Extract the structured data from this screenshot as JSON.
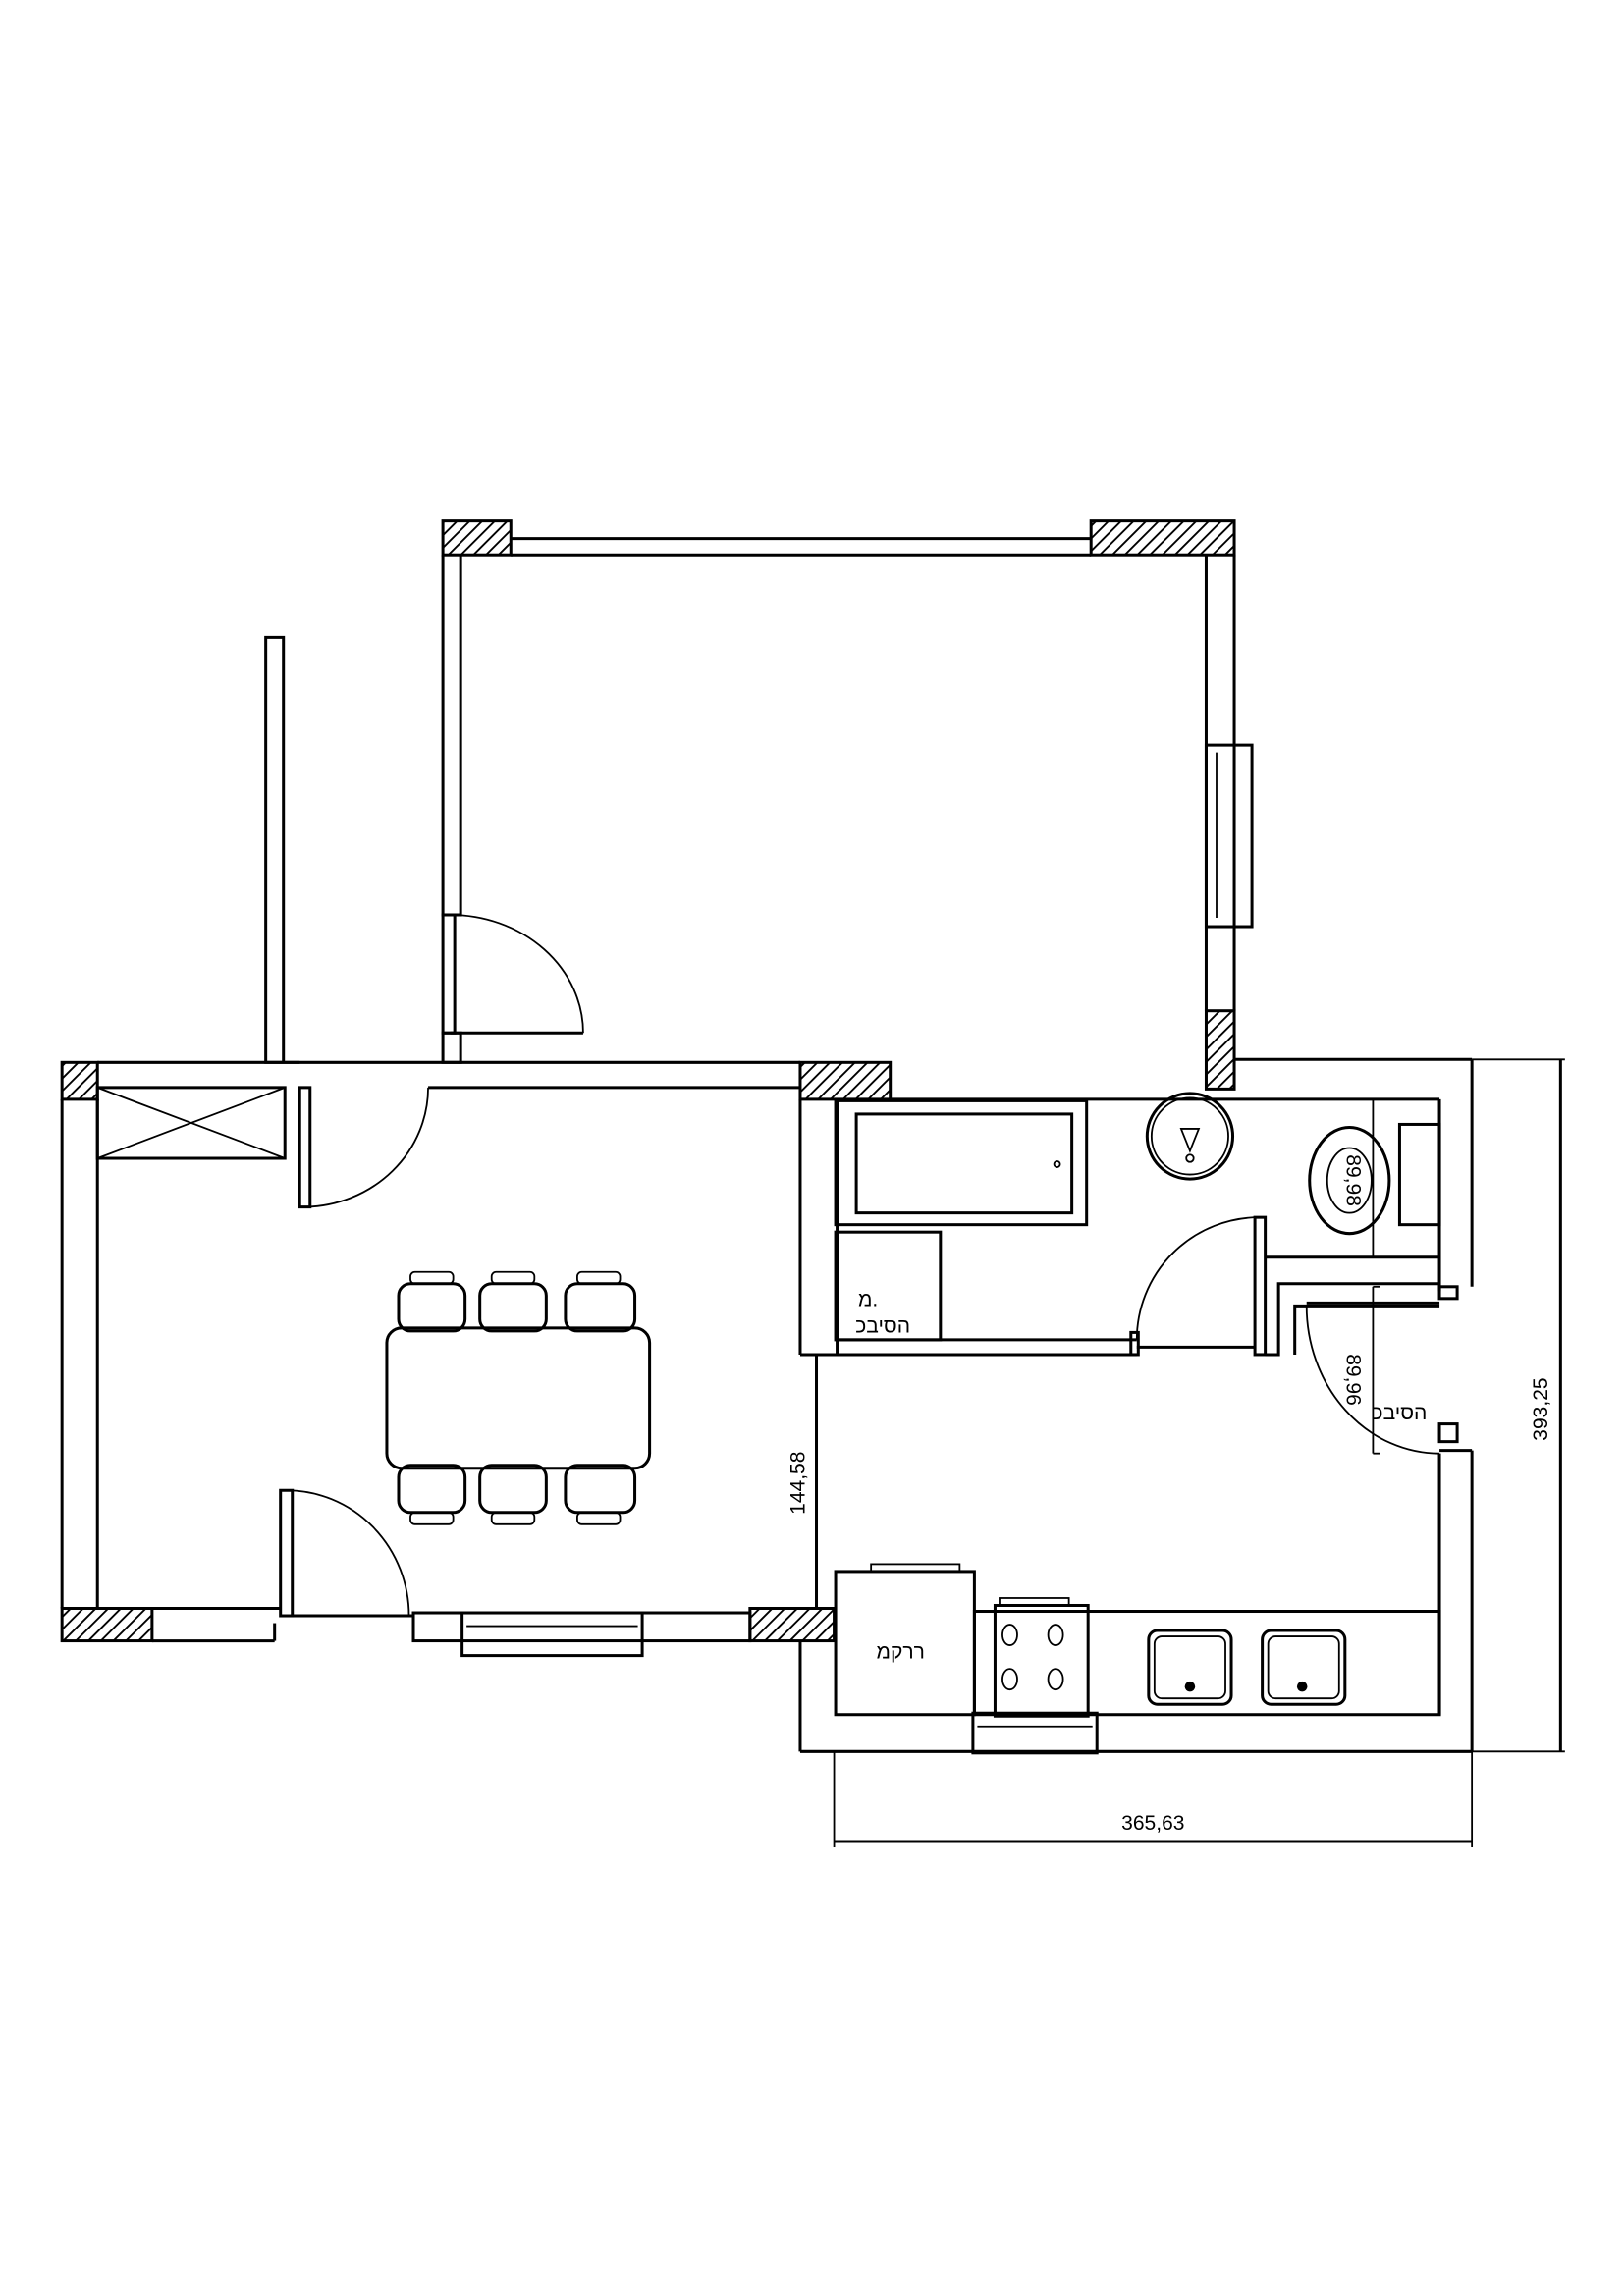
{
  "plan": {
    "labels": {
      "washing_machine_line1": "מ.",
      "washing_machine_line2": "הסיבכ",
      "laundry_closet": "הסיבכ",
      "fridge": "ררקמ"
    },
    "dimensions": {
      "kitchen_depth": "144,58",
      "kitchen_width": "365,63",
      "total_height": "393,25",
      "toilet_width": "89,98",
      "laundry_width": "89,96"
    },
    "colors": {
      "line": "#000000",
      "background": "#ffffff"
    }
  }
}
